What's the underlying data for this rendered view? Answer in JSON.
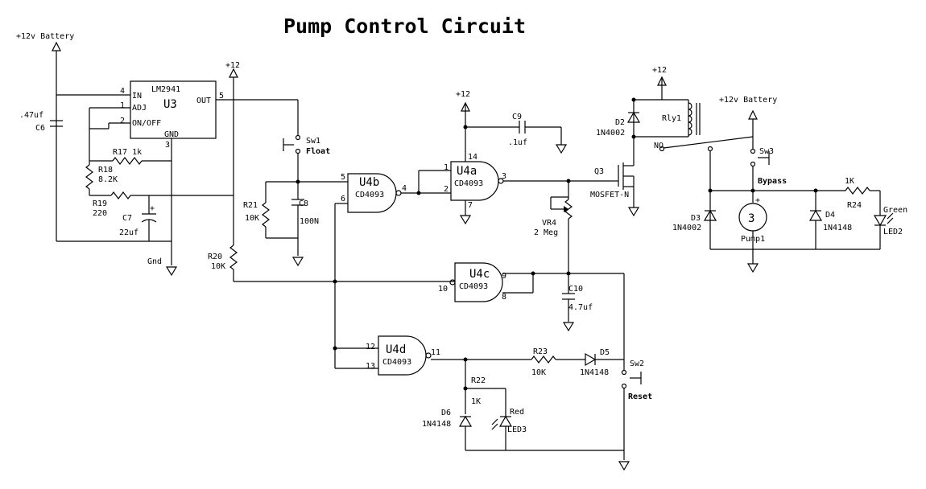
{
  "title": "Pump Control Circuit",
  "power": {
    "battery1": "+12v Battery",
    "battery2": "+12v Battery",
    "v12_a": "+12",
    "v12_b": "+12",
    "v12_c": "+12",
    "gnd": "Gnd"
  },
  "u3": {
    "part": "LM2941",
    "ref": "U3",
    "pin_in": "IN",
    "pin_adj": "ADJ",
    "pin_onoff": "ON/OFF",
    "pin_gnd": "GND",
    "pin_out": "OUT",
    "p4": "4",
    "p1": "1",
    "p2": "2",
    "p3": "3",
    "p5": "5"
  },
  "c6": {
    "value": ".47uf",
    "ref": "C6"
  },
  "r17": {
    "label": "R17  1k"
  },
  "r18": {
    "ref": "R18",
    "value": "8.2K"
  },
  "r19": {
    "ref": "R19",
    "value": "220"
  },
  "c7": {
    "ref": "C7",
    "value": "22uf",
    "plus": "+"
  },
  "r20": {
    "ref": "R20",
    "value": "10K"
  },
  "sw1": {
    "ref": "Sw1",
    "name": "Float"
  },
  "r21": {
    "ref": "R21",
    "value": "10K"
  },
  "c8": {
    "ref": "C8",
    "value": "100N"
  },
  "u4b": {
    "ref": "U4b",
    "part": "CD4093",
    "p5": "5",
    "p6": "6",
    "p4": "4"
  },
  "u4a": {
    "ref": "U4a",
    "part": "CD4093",
    "p1": "1",
    "p2": "2",
    "p3": "3",
    "p14": "14",
    "p7": "7"
  },
  "u4c": {
    "ref": "U4c",
    "part": "CD4093",
    "p9": "9",
    "p8": "8",
    "p10": "10"
  },
  "u4d": {
    "ref": "U4d",
    "part": "CD4093",
    "p12": "12",
    "p13": "13",
    "p11": "11"
  },
  "c9": {
    "ref": "C9",
    "value": ".1uf"
  },
  "vr4": {
    "ref": "VR4",
    "value": "2 Meg"
  },
  "c10": {
    "ref": "C10",
    "value": "4.7uf"
  },
  "q3": {
    "ref": "Q3",
    "type": "MOSFET-N"
  },
  "d2": {
    "ref": "D2",
    "part": "1N4002"
  },
  "rly1": {
    "ref": "Rly1",
    "no": "NO"
  },
  "sw3": {
    "ref": "Sw3",
    "name": "Bypass"
  },
  "d3": {
    "ref": "D3",
    "part": "1N4002"
  },
  "pump": {
    "ref": "Pump1",
    "plus": "+"
  },
  "d4": {
    "ref": "D4",
    "part": "1N4148"
  },
  "r24": {
    "ref": "R24",
    "value": "1K"
  },
  "led2": {
    "ref": "LED2",
    "color": "Green"
  },
  "r23": {
    "ref": "R23",
    "value": "10K"
  },
  "d5": {
    "ref": "D5",
    "part": "1N4148"
  },
  "sw2": {
    "ref": "Sw2",
    "name": "Reset"
  },
  "r22": {
    "ref": "R22",
    "value": "1K"
  },
  "d6": {
    "ref": "D6",
    "part": "1N4148"
  },
  "led3": {
    "ref": "LED3",
    "color": "Red"
  }
}
